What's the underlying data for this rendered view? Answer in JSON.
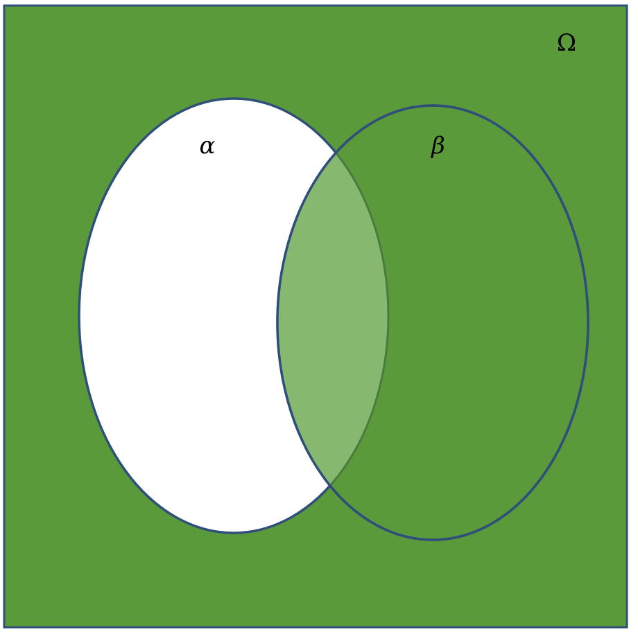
{
  "diagram": {
    "type": "venn",
    "universe": {
      "label": "Ω",
      "fill": "#5b9a3a",
      "stroke": "#2f4f7a"
    },
    "sets": [
      {
        "label": "α",
        "fill": "#ffffff",
        "stroke": "#2f4f7a",
        "shaded": false
      },
      {
        "label": "β",
        "fill": "#5b9a3a",
        "stroke": "#2f4f7a",
        "shaded": true
      }
    ],
    "intersection": {
      "fill": "#86b86f",
      "stroke": "#4a7a3f"
    }
  }
}
